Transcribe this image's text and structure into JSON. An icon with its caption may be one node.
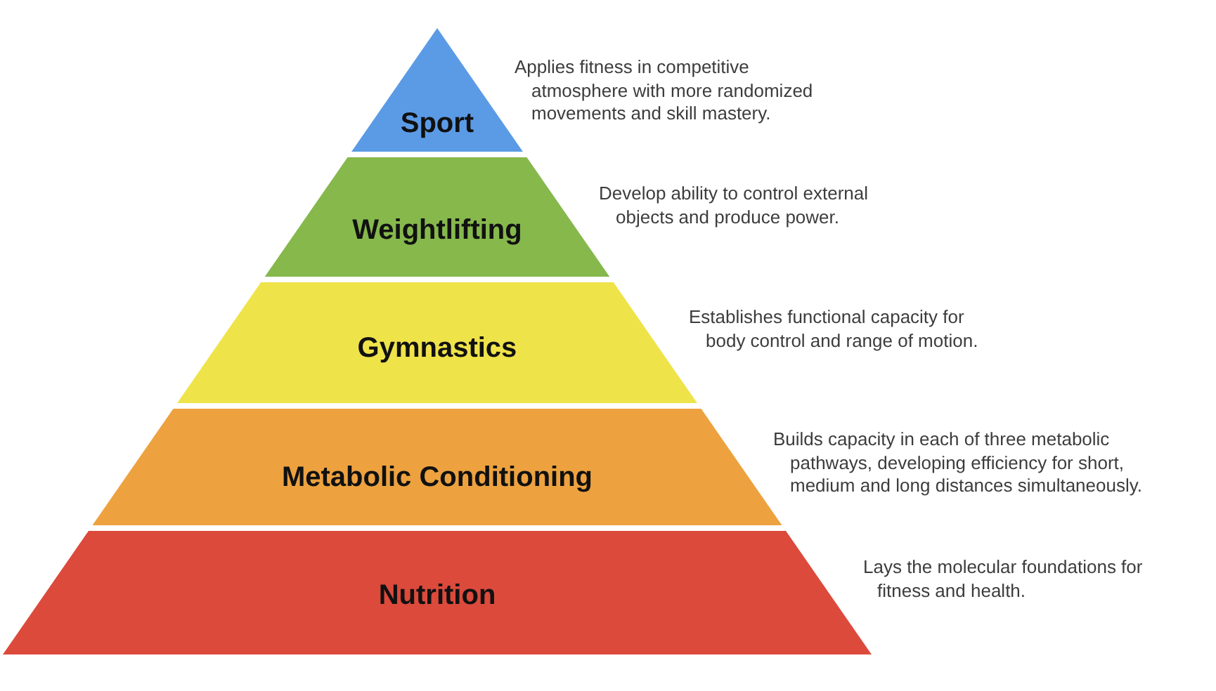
{
  "diagram": {
    "nodes": [
      {
        "text": [
          "Sport"
        ],
        "beside": [
          "Applies fitness in competitive atmosphere with more randomized movements and skill mastery."
        ]
      },
      {
        "text": [
          "Weightlifting"
        ],
        "beside": [
          "Develop ability to control external objects and produce power."
        ]
      },
      {
        "text": [
          "Gymnastics"
        ],
        "beside": [
          "Establishes functional capacity for body control and range of motion."
        ]
      },
      {
        "text": [
          "Metabolic Conditioning"
        ],
        "beside": [
          "Builds capacity in each of three metabolic pathways, developing efficiency for short, medium and long distances simultaneously."
        ]
      },
      {
        "text": [
          "Nutrition"
        ],
        "beside": [
          "Lays the molecular foundations for fitness and health."
        ]
      }
    ]
  }
}
